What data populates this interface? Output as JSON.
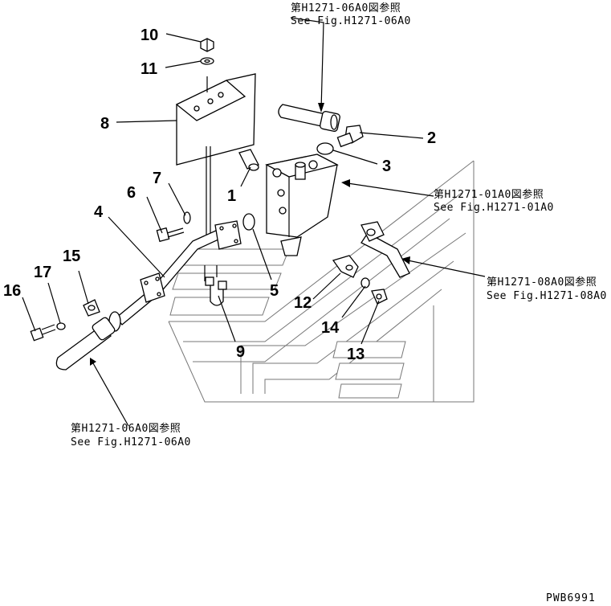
{
  "callouts": [
    "1",
    "2",
    "3",
    "4",
    "5",
    "6",
    "7",
    "8",
    "9",
    "10",
    "11",
    "12",
    "13",
    "14",
    "15",
    "16",
    "17"
  ],
  "references": {
    "top": {
      "jp": "第H1271-06A0図参照",
      "en": "See Fig.H1271-06A0"
    },
    "mid": {
      "jp": "第H1271-01A0図参照",
      "en": "See Fig.H1271-01A0"
    },
    "right": {
      "jp": "第H1271-08A0図参照",
      "en": "See Fig.H1271-08A0"
    },
    "bottom": {
      "jp": "第H1271-06A0図参照",
      "en": "See Fig.H1271-06A0"
    }
  },
  "drawing_code": "PWB6991",
  "colors": {
    "line": "#000000",
    "ghost": "#777777",
    "background": "#ffffff"
  }
}
